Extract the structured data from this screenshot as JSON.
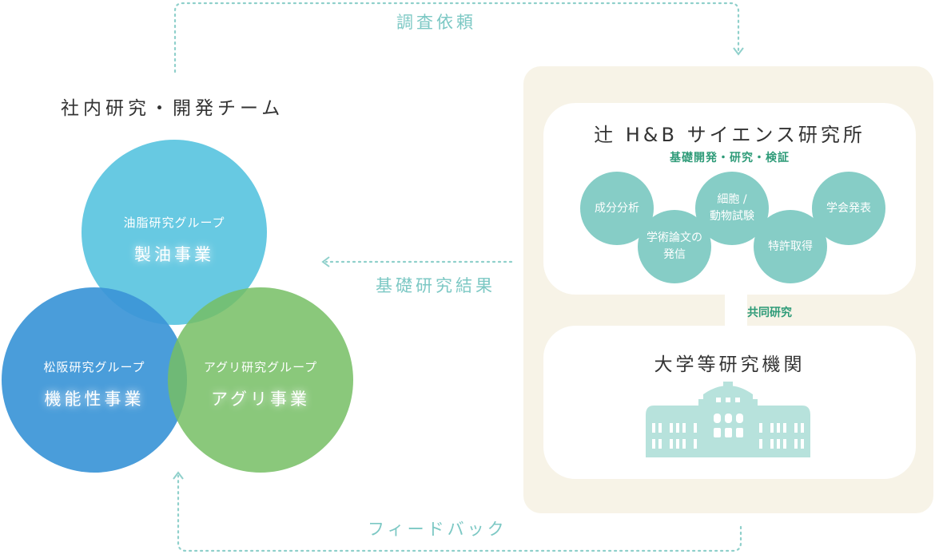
{
  "flows": {
    "request": "調査依頼",
    "results": "基礎研究結果",
    "feedback": "フィードバック"
  },
  "team": {
    "title": "社内研究・開発チーム",
    "groups": [
      {
        "sub": "油脂研究グループ",
        "main": "製油事業"
      },
      {
        "sub": "松阪研究グループ",
        "main": "機能性事業"
      },
      {
        "sub": "アグリ研究グループ",
        "main": "アグリ事業"
      }
    ]
  },
  "institute": {
    "title": "辻 H&B サイエンス研究所",
    "subtitle": "基礎開発・研究・検証",
    "bubbles": [
      "成分分析",
      "学術論文の\n発信",
      "細胞 /\n動物試験",
      "特許取得",
      "学会発表"
    ]
  },
  "joint_label": "共同研究",
  "university": {
    "title": "大学等研究機関"
  },
  "colors": {
    "flow": "#7cc8c4",
    "accent_green": "#2e9b78",
    "bubble": "#86cdc6",
    "panel": "#f7f3e7",
    "building": "#b7e2dc",
    "circle_top": "#5ac4e0",
    "circle_left": "#3c96d7",
    "circle_right": "#76be64"
  }
}
